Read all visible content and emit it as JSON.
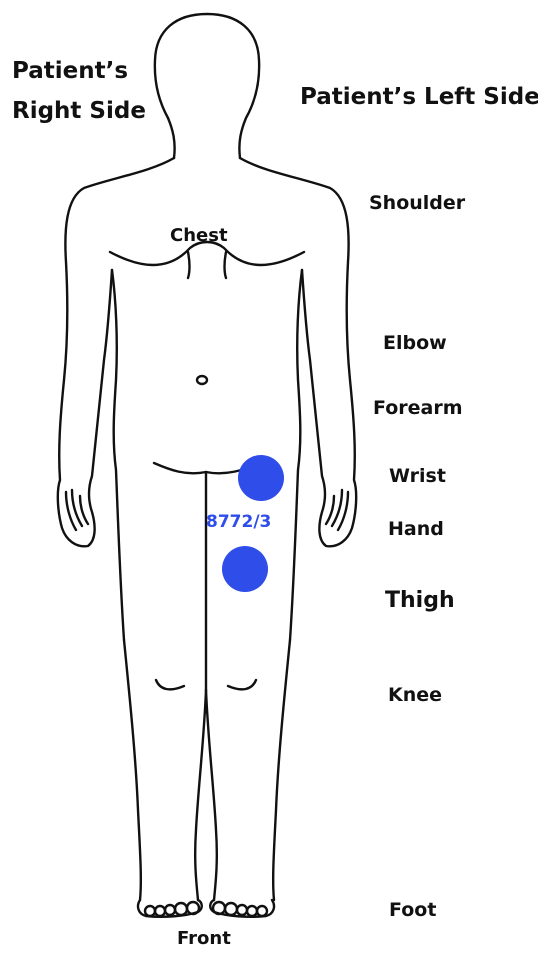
{
  "titles": {
    "right_side_line1": "Patient’s",
    "right_side_line2": "Right Side",
    "left_side": "Patient’s Left Side"
  },
  "body_labels": {
    "chest": "Chest",
    "front": "Front"
  },
  "body_part_labels": {
    "shoulder": "Shoulder",
    "elbow": "Elbow",
    "forearm": "Forearm",
    "wrist": "Wrist",
    "hand": "Hand",
    "thigh": "Thigh",
    "knee": "Knee",
    "foot": "Foot"
  },
  "marker": {
    "code": "8772/3",
    "color": "#2f4de8"
  },
  "colors": {
    "outline": "#111111",
    "background": "#ffffff"
  }
}
